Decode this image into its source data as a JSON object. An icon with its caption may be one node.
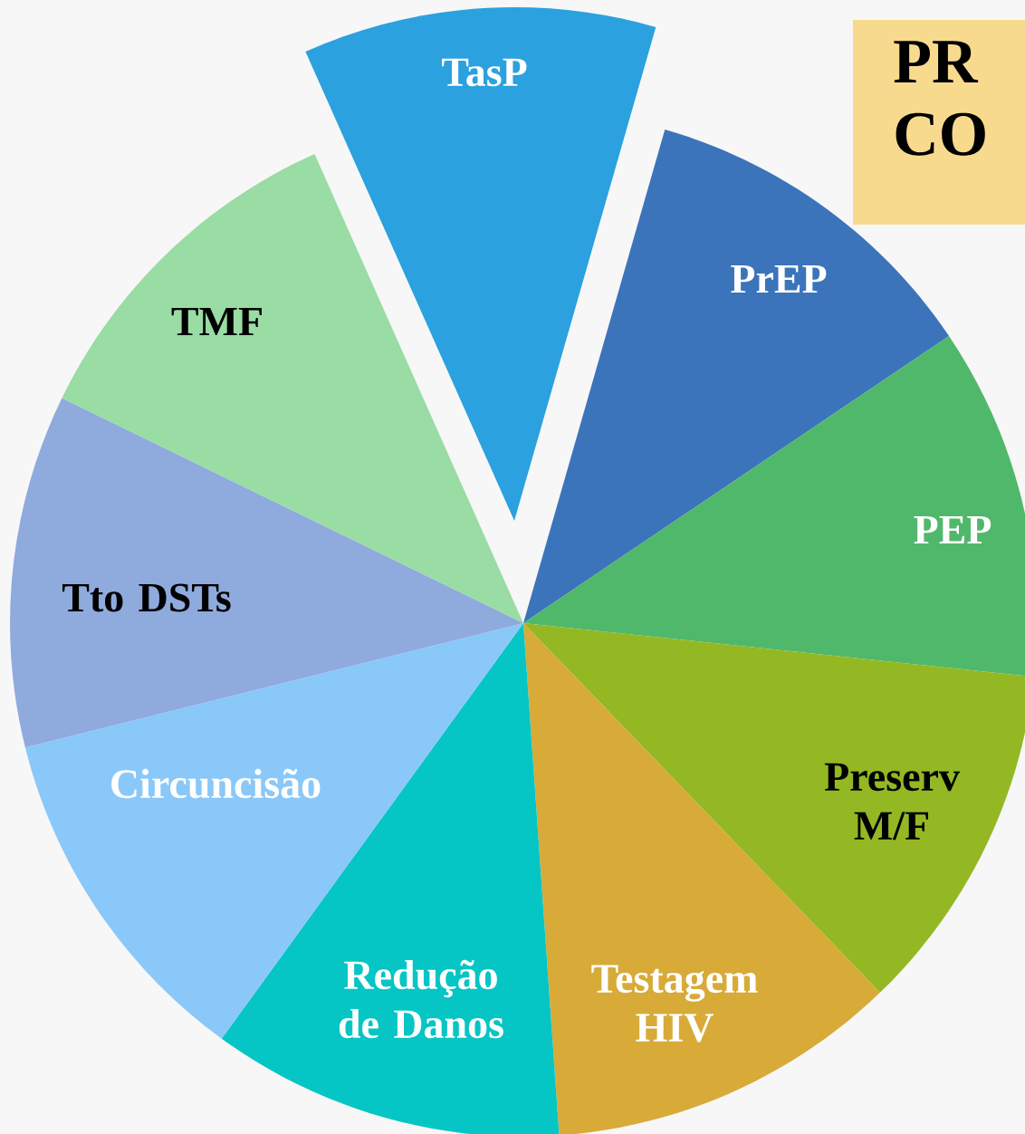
{
  "diagram": {
    "nodes": [
      {
        "text": [
          "PR CO"
        ]
      },
      {
        "text": [
          "TasP"
        ]
      },
      {
        "text": [
          "PrEP"
        ]
      },
      {
        "text": [
          "PEP"
        ]
      },
      {
        "text": [
          "Preserv M/F"
        ]
      },
      {
        "text": [
          "Testagem HIV"
        ]
      },
      {
        "text": [
          "Redução de Danos"
        ]
      },
      {
        "text": [
          "Circuncisão"
        ]
      },
      {
        "text": [
          "Tto DSTs"
        ]
      },
      {
        "text": [
          "TMF"
        ]
      }
    ]
  }
}
